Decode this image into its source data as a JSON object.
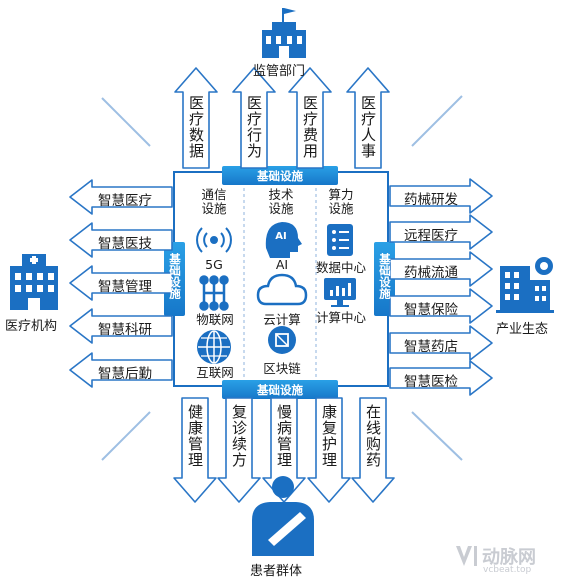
{
  "nodes": {
    "top": "监管部门",
    "left": "医疗机构",
    "right": "产业生态",
    "bottom": "患者群体"
  },
  "infrastructure_label": "基础设施",
  "top_arrows": [
    "医疗数据",
    "医疗行为",
    "医疗费用",
    "医疗人事"
  ],
  "left_arrows": [
    "智慧医疗",
    "智慧医技",
    "智慧管理",
    "智慧科研",
    "智慧后勤"
  ],
  "right_arrows": [
    "药械研发",
    "远程医疗",
    "药械流通",
    "智慧保险",
    "智慧药店",
    "智慧医检"
  ],
  "bottom_arrows": [
    "健康管理",
    "复诊续方",
    "慢病管理",
    "康复护理",
    "在线购药"
  ],
  "center": {
    "col1_title": "通信\n设施",
    "col2_title": "技术\n设施",
    "col3_title": "算力\n设施",
    "tech": {
      "fiveg": "5G",
      "ai": "AI",
      "ai_badge": "AI",
      "data_center": "数据中心",
      "iot": "物联网",
      "cloud": "云计算",
      "compute_center": "计算中心",
      "internet": "互联网",
      "blockchain": "区块链"
    }
  },
  "watermark": {
    "brand": "动脉网",
    "domain": "vcbeat.top"
  },
  "colors": {
    "primary": "#1b6fc2",
    "bar": "#1f8ed8",
    "arrow_outline": "#2a76c6",
    "ray": "#9ebfe3"
  }
}
